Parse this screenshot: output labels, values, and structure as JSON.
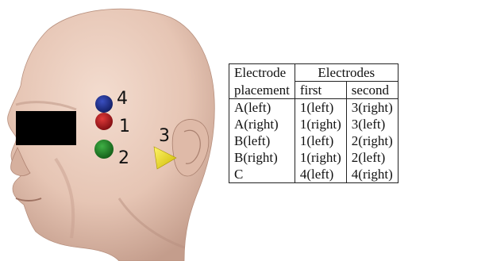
{
  "figure": {
    "electrode_labels": [
      "4",
      "1",
      "3",
      "2"
    ],
    "colors": {
      "skin": "#e9cbbb",
      "skin_shadow": "#c9a393",
      "electrode_blue": "#1a2d8a",
      "electrode_red": "#b0161c",
      "electrode_green": "#1f7d24",
      "electrode_yellow": "#f2e21a",
      "redaction": "#000000"
    }
  },
  "table": {
    "header": {
      "col1_line1": "Electrode",
      "col1_line2": "placement",
      "group": "Electrodes",
      "sub_first": "first",
      "sub_second": "second"
    },
    "rows": [
      {
        "placement": "A(left)",
        "first": "1(left)",
        "second": "3(right)"
      },
      {
        "placement": "A(right)",
        "first": "1(right)",
        "second": "3(left)"
      },
      {
        "placement": "B(left)",
        "first": "1(left)",
        "second": "2(right)"
      },
      {
        "placement": "B(right)",
        "first": "1(right)",
        "second": "2(left)"
      },
      {
        "placement": "C",
        "first": "4(left)",
        "second": "4(right)"
      }
    ]
  }
}
